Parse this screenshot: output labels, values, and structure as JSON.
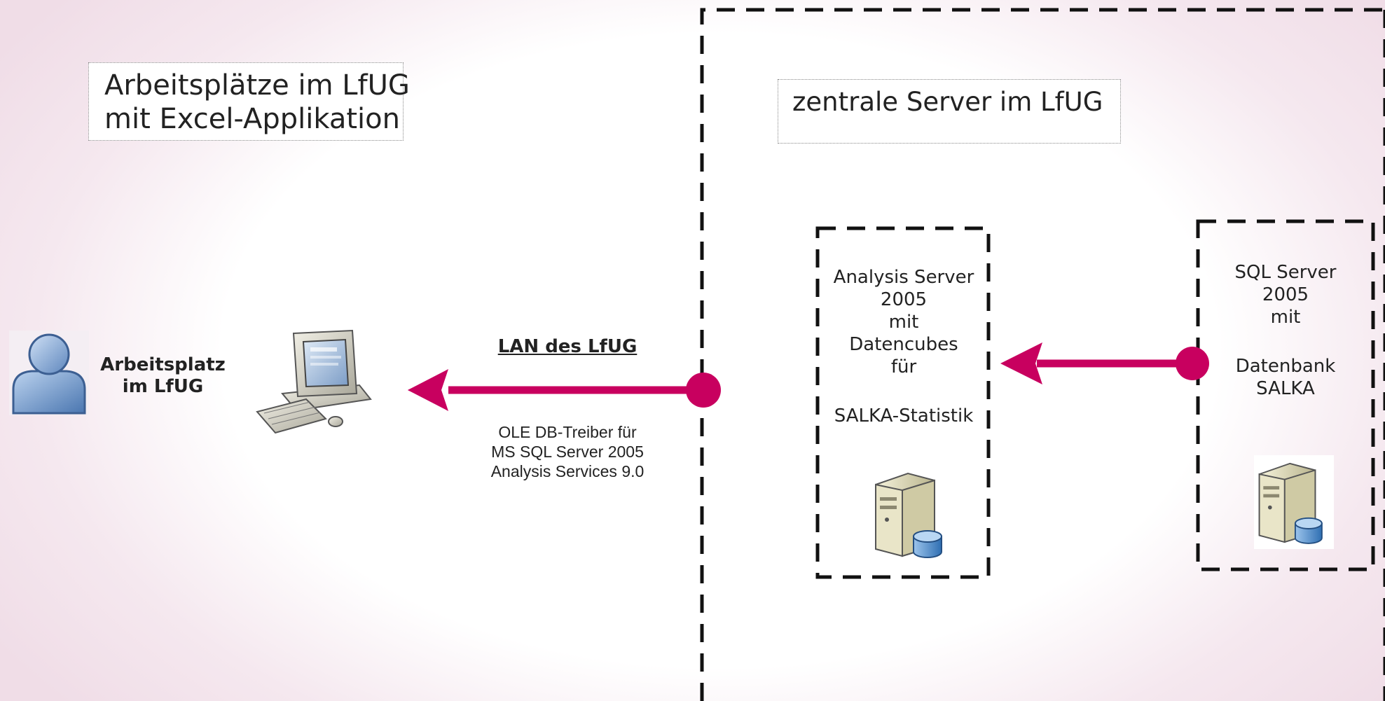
{
  "left_zone": {
    "title_line1": "Arbeitsplätze im LfUG",
    "title_line2": "mit Excel-Applikation"
  },
  "user": {
    "icon": "user-icon",
    "label_line1": "Arbeitsplatz",
    "label_line2": "im LfUG"
  },
  "workstation": {
    "icon": "computer-icon"
  },
  "connection": {
    "title": "LAN des LfUG",
    "driver_line1": "OLE DB-Treiber für",
    "driver_line2": "MS SQL Server 2005",
    "driver_line3": "Analysis Services 9.0"
  },
  "right_zone": {
    "title": "zentrale Server im LfUG"
  },
  "analysis_server": {
    "line1": "Analysis Server",
    "line2": "2005",
    "line3": "mit",
    "line4": "Datencubes",
    "line5": "für",
    "line6": "SALKA-Statistik",
    "icon": "server-database-icon"
  },
  "sql_server": {
    "line1": "SQL Server",
    "line2": "2005",
    "line3": "mit",
    "line4": "Datenbank",
    "line5": "SALKA",
    "icon": "server-database-icon"
  },
  "colors": {
    "arrow": "#c8005f",
    "dashed_border": "#111111"
  }
}
